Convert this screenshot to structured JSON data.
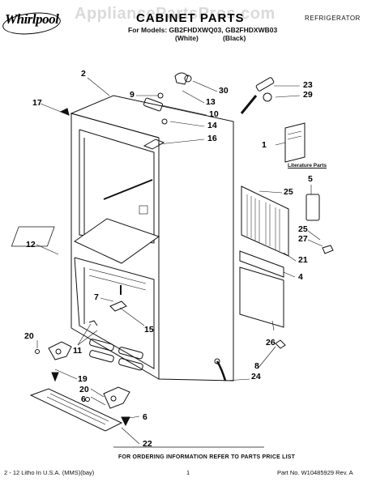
{
  "header": {
    "brand": "Whirlpool",
    "watermark": "AppliancePartsPros.com",
    "title": "CABINET PARTS",
    "category": "REFRIGERATOR",
    "models_line": "For Models: GB2FHDXWQ03, GB2FHDXWB03",
    "variant_white": "(White)",
    "variant_black": "(Black)"
  },
  "callouts": [
    "2",
    "17",
    "9",
    "30",
    "10",
    "13",
    "23",
    "29",
    "14",
    "16",
    "1",
    "5",
    "25",
    "12",
    "25",
    "27",
    "21",
    "4",
    "7",
    "15",
    "11",
    "20",
    "26",
    "8",
    "24",
    "19",
    "20",
    "6",
    "6",
    "22"
  ],
  "literature_label": "Literature Parts",
  "footer": {
    "note": "FOR ORDERING INFORMATION REFER TO PARTS PRICE LIST",
    "left": "2 - 12 Litho In U.S.A. (MMS)(bay)",
    "page": "1",
    "part_no": "Part No. W10485929 Rev. A"
  },
  "colors": {
    "ink": "#111111",
    "watermark": "#969696"
  }
}
